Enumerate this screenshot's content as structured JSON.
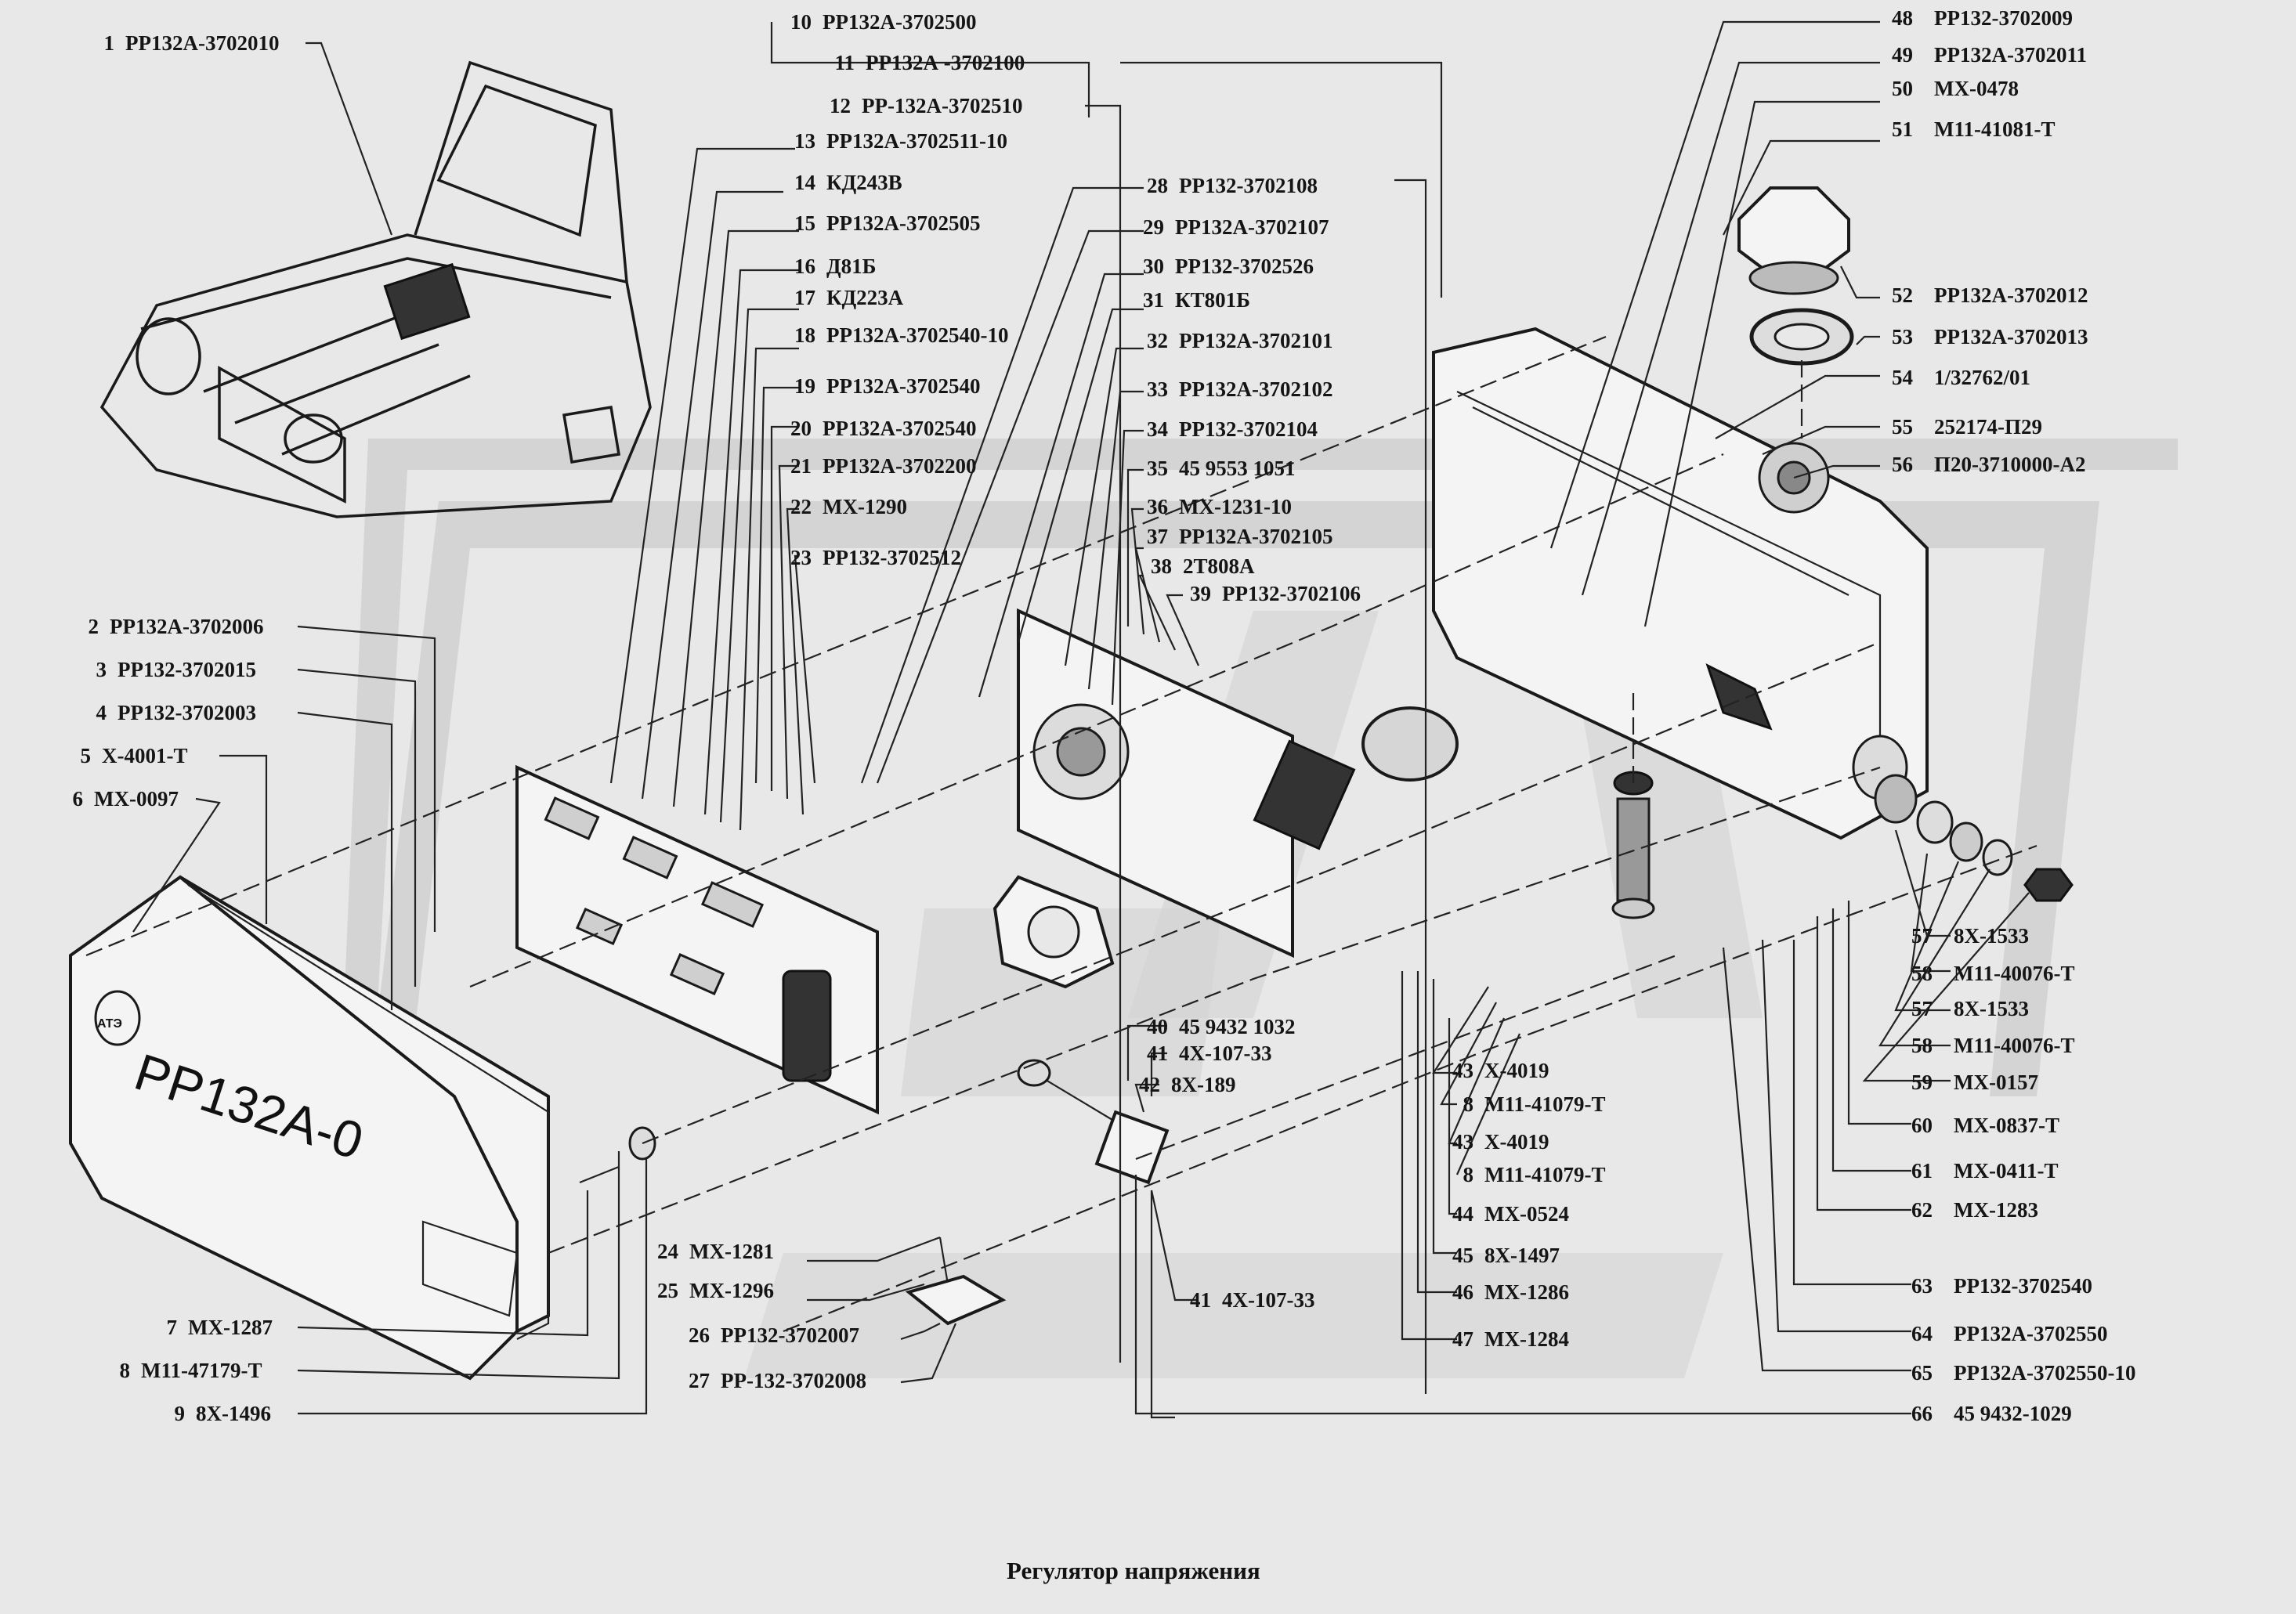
{
  "title": "Регулятор напряжения",
  "body_marking": "РР132А-0",
  "logo_mark": "АТЭ",
  "labels_left": [
    {
      "n": "1",
      "code": "РР132А-3702010"
    },
    {
      "n": "2",
      "code": "РР132А-3702006"
    },
    {
      "n": "3",
      "code": "РР132-3702015"
    },
    {
      "n": "4",
      "code": "РР132-3702003"
    },
    {
      "n": "5",
      "code": "Х-4001-Т"
    },
    {
      "n": "6",
      "code": "МХ-0097"
    },
    {
      "n": "7",
      "code": "МХ-1287"
    },
    {
      "n": "8",
      "code": "М11-47179-Т"
    },
    {
      "n": "9",
      "code": "8Х-1496"
    }
  ],
  "labels_center": [
    {
      "n": "10",
      "code": "РР132А-3702500"
    },
    {
      "n": "11",
      "code": "РР132А -3702100"
    },
    {
      "n": "12",
      "code": "РР-132А-3702510"
    },
    {
      "n": "13",
      "code": "РР132А-3702511-10"
    },
    {
      "n": "14",
      "code": "КД243В"
    },
    {
      "n": "15",
      "code": "РР132А-3702505"
    },
    {
      "n": "16",
      "code": "Д81Б"
    },
    {
      "n": "17",
      "code": "КД223А"
    },
    {
      "n": "18",
      "code": "РР132А-3702540-10"
    },
    {
      "n": "19",
      "code": "РР132А-3702540"
    },
    {
      "n": "20",
      "code": "РР132А-3702540"
    },
    {
      "n": "21",
      "code": "РР132А-3702200"
    },
    {
      "n": "22",
      "code": "МХ-1290"
    },
    {
      "n": "23",
      "code": "РР132-3702512"
    },
    {
      "n": "28",
      "code": "РР132-3702108"
    },
    {
      "n": "29",
      "code": "РР132А-3702107"
    },
    {
      "n": "30",
      "code": "РР132-3702526"
    },
    {
      "n": "31",
      "code": "КТ801Б"
    },
    {
      "n": "32",
      "code": "РР132А-3702101"
    },
    {
      "n": "33",
      "code": "РР132А-3702102"
    },
    {
      "n": "34",
      "code": "РР132-3702104"
    },
    {
      "n": "35",
      "code": "45 9553  1051"
    },
    {
      "n": "36",
      "code": "МХ-1231-10"
    },
    {
      "n": "37",
      "code": "РР132А-3702105"
    },
    {
      "n": "38",
      "code": "2Т808А"
    },
    {
      "n": "39",
      "code": "РР132-3702106"
    }
  ],
  "labels_bottom": [
    {
      "n": "24",
      "code": "МХ-1281"
    },
    {
      "n": "25",
      "code": "МХ-1296"
    },
    {
      "n": "26",
      "code": "РР132-3702007"
    },
    {
      "n": "27",
      "code": "РР-132-3702008"
    },
    {
      "n": "40",
      "code": "45 9432 1032"
    },
    {
      "n": "41",
      "code": "4Х-107-33"
    },
    {
      "n": "42",
      "code": "8Х-189"
    },
    {
      "n": "43",
      "code": "Х-4019"
    },
    {
      "n": "8",
      "code": "М11-41079-Т"
    },
    {
      "n": "43",
      "code": "Х-4019"
    },
    {
      "n": "8",
      "code": "М11-41079-Т"
    },
    {
      "n": "44",
      "code": "МХ-0524"
    },
    {
      "n": "45",
      "code": "8Х-1497"
    },
    {
      "n": "46",
      "code": "МХ-1286"
    },
    {
      "n": "47",
      "code": "МХ-1284"
    },
    {
      "n": "41",
      "code": "4Х-107-33"
    }
  ],
  "labels_right": [
    {
      "n": "48",
      "code": "РР132-3702009"
    },
    {
      "n": "49",
      "code": "РР132А-3702011"
    },
    {
      "n": "50",
      "code": "МХ-0478"
    },
    {
      "n": "51",
      "code": "М11-41081-Т"
    },
    {
      "n": "52",
      "code": "РР132А-3702012"
    },
    {
      "n": "53",
      "code": "РР132А-3702013"
    },
    {
      "n": "54",
      "code": "1/32762/01"
    },
    {
      "n": "55",
      "code": "252174-П29"
    },
    {
      "n": "56",
      "code": "П20-3710000-А2"
    },
    {
      "n": "57",
      "code": "8Х-1533"
    },
    {
      "n": "58",
      "code": "М11-40076-Т"
    },
    {
      "n": "57",
      "code": "8Х-1533"
    },
    {
      "n": "58",
      "code": "М11-40076-Т"
    },
    {
      "n": "59",
      "code": "МХ-0157"
    },
    {
      "n": "60",
      "code": "МХ-0837-Т"
    },
    {
      "n": "61",
      "code": "МХ-0411-Т"
    },
    {
      "n": "62",
      "code": "МХ-1283"
    },
    {
      "n": "63",
      "code": "РР132-3702540"
    },
    {
      "n": "64",
      "code": "РР132А-3702550"
    },
    {
      "n": "65",
      "code": "РР132А-3702550-10"
    },
    {
      "n": "66",
      "code": "45 9432-1029"
    }
  ]
}
